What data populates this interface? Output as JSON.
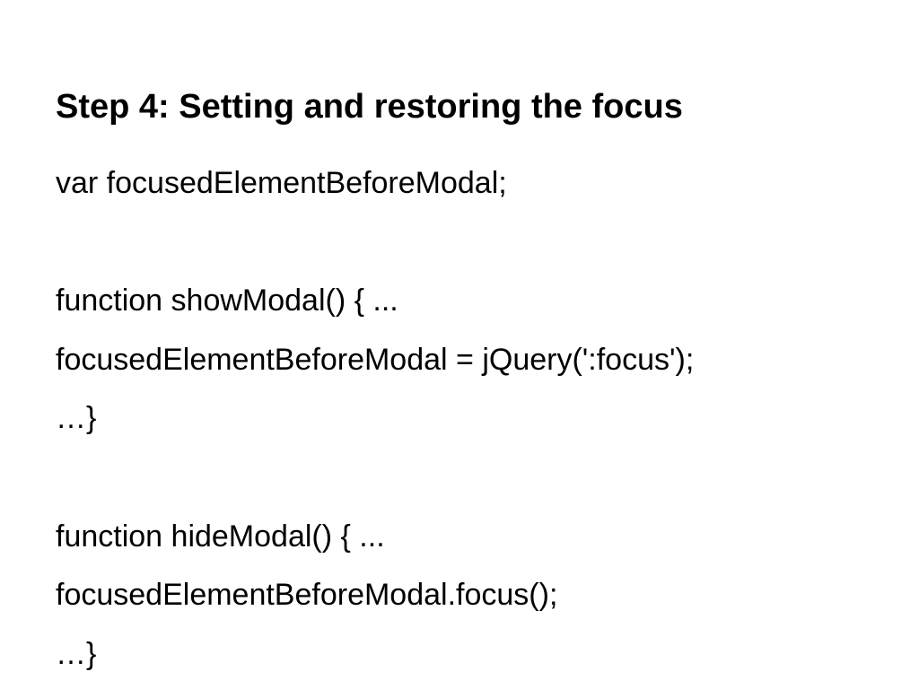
{
  "slide": {
    "title": "Step 4: Setting and restoring the focus",
    "lines": [
      "var focusedElementBeforeModal;",
      "",
      "function showModal() { ...",
      "focusedElementBeforeModal = jQuery(':focus');",
      "…}",
      "",
      "function hideModal() { ...",
      "focusedElementBeforeModal.focus();",
      "…}"
    ]
  }
}
